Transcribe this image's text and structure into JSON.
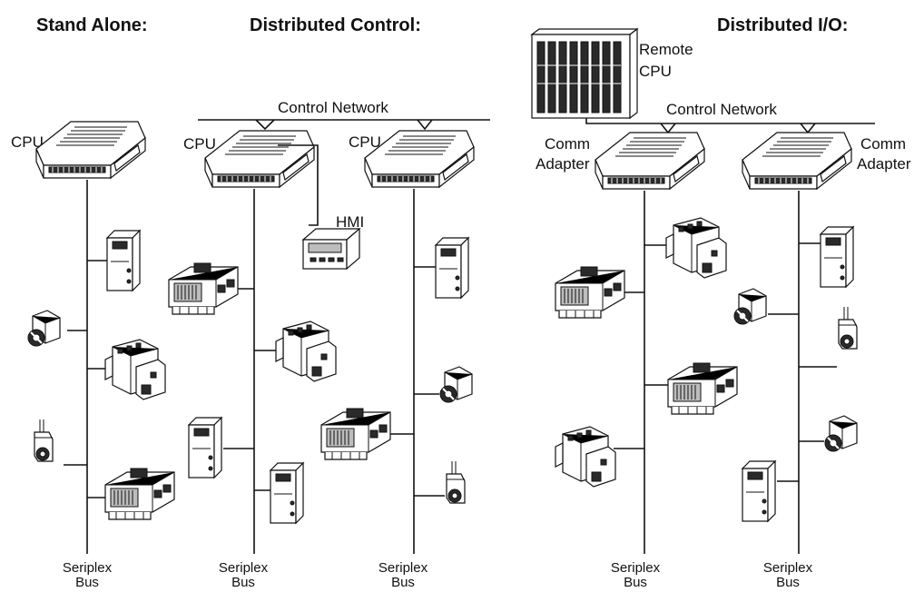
{
  "headings": {
    "stand_alone": "Stand Alone:",
    "distributed_control": "Distributed Control:",
    "distributed_io": "Distributed I/O:"
  },
  "labels": {
    "cpu": "CPU",
    "control_network": "Control Network",
    "hmi": "HMI",
    "remote_cpu_line1": "Remote",
    "remote_cpu_line2": "CPU",
    "comm_adapter_line1": "Comm",
    "comm_adapter_line2": "Adapter",
    "bus_line1": "Seriplex",
    "bus_line2": "Bus"
  },
  "columns": [
    {
      "controller": "CPU",
      "bus": "Seriplex Bus"
    },
    {
      "controller": "CPU",
      "bus": "Seriplex Bus"
    },
    {
      "controller": "CPU",
      "bus": "Seriplex Bus"
    },
    {
      "controller": "Comm Adapter",
      "bus": "Seriplex Bus"
    },
    {
      "controller": "Comm Adapter",
      "bus": "Seriplex Bus"
    }
  ]
}
